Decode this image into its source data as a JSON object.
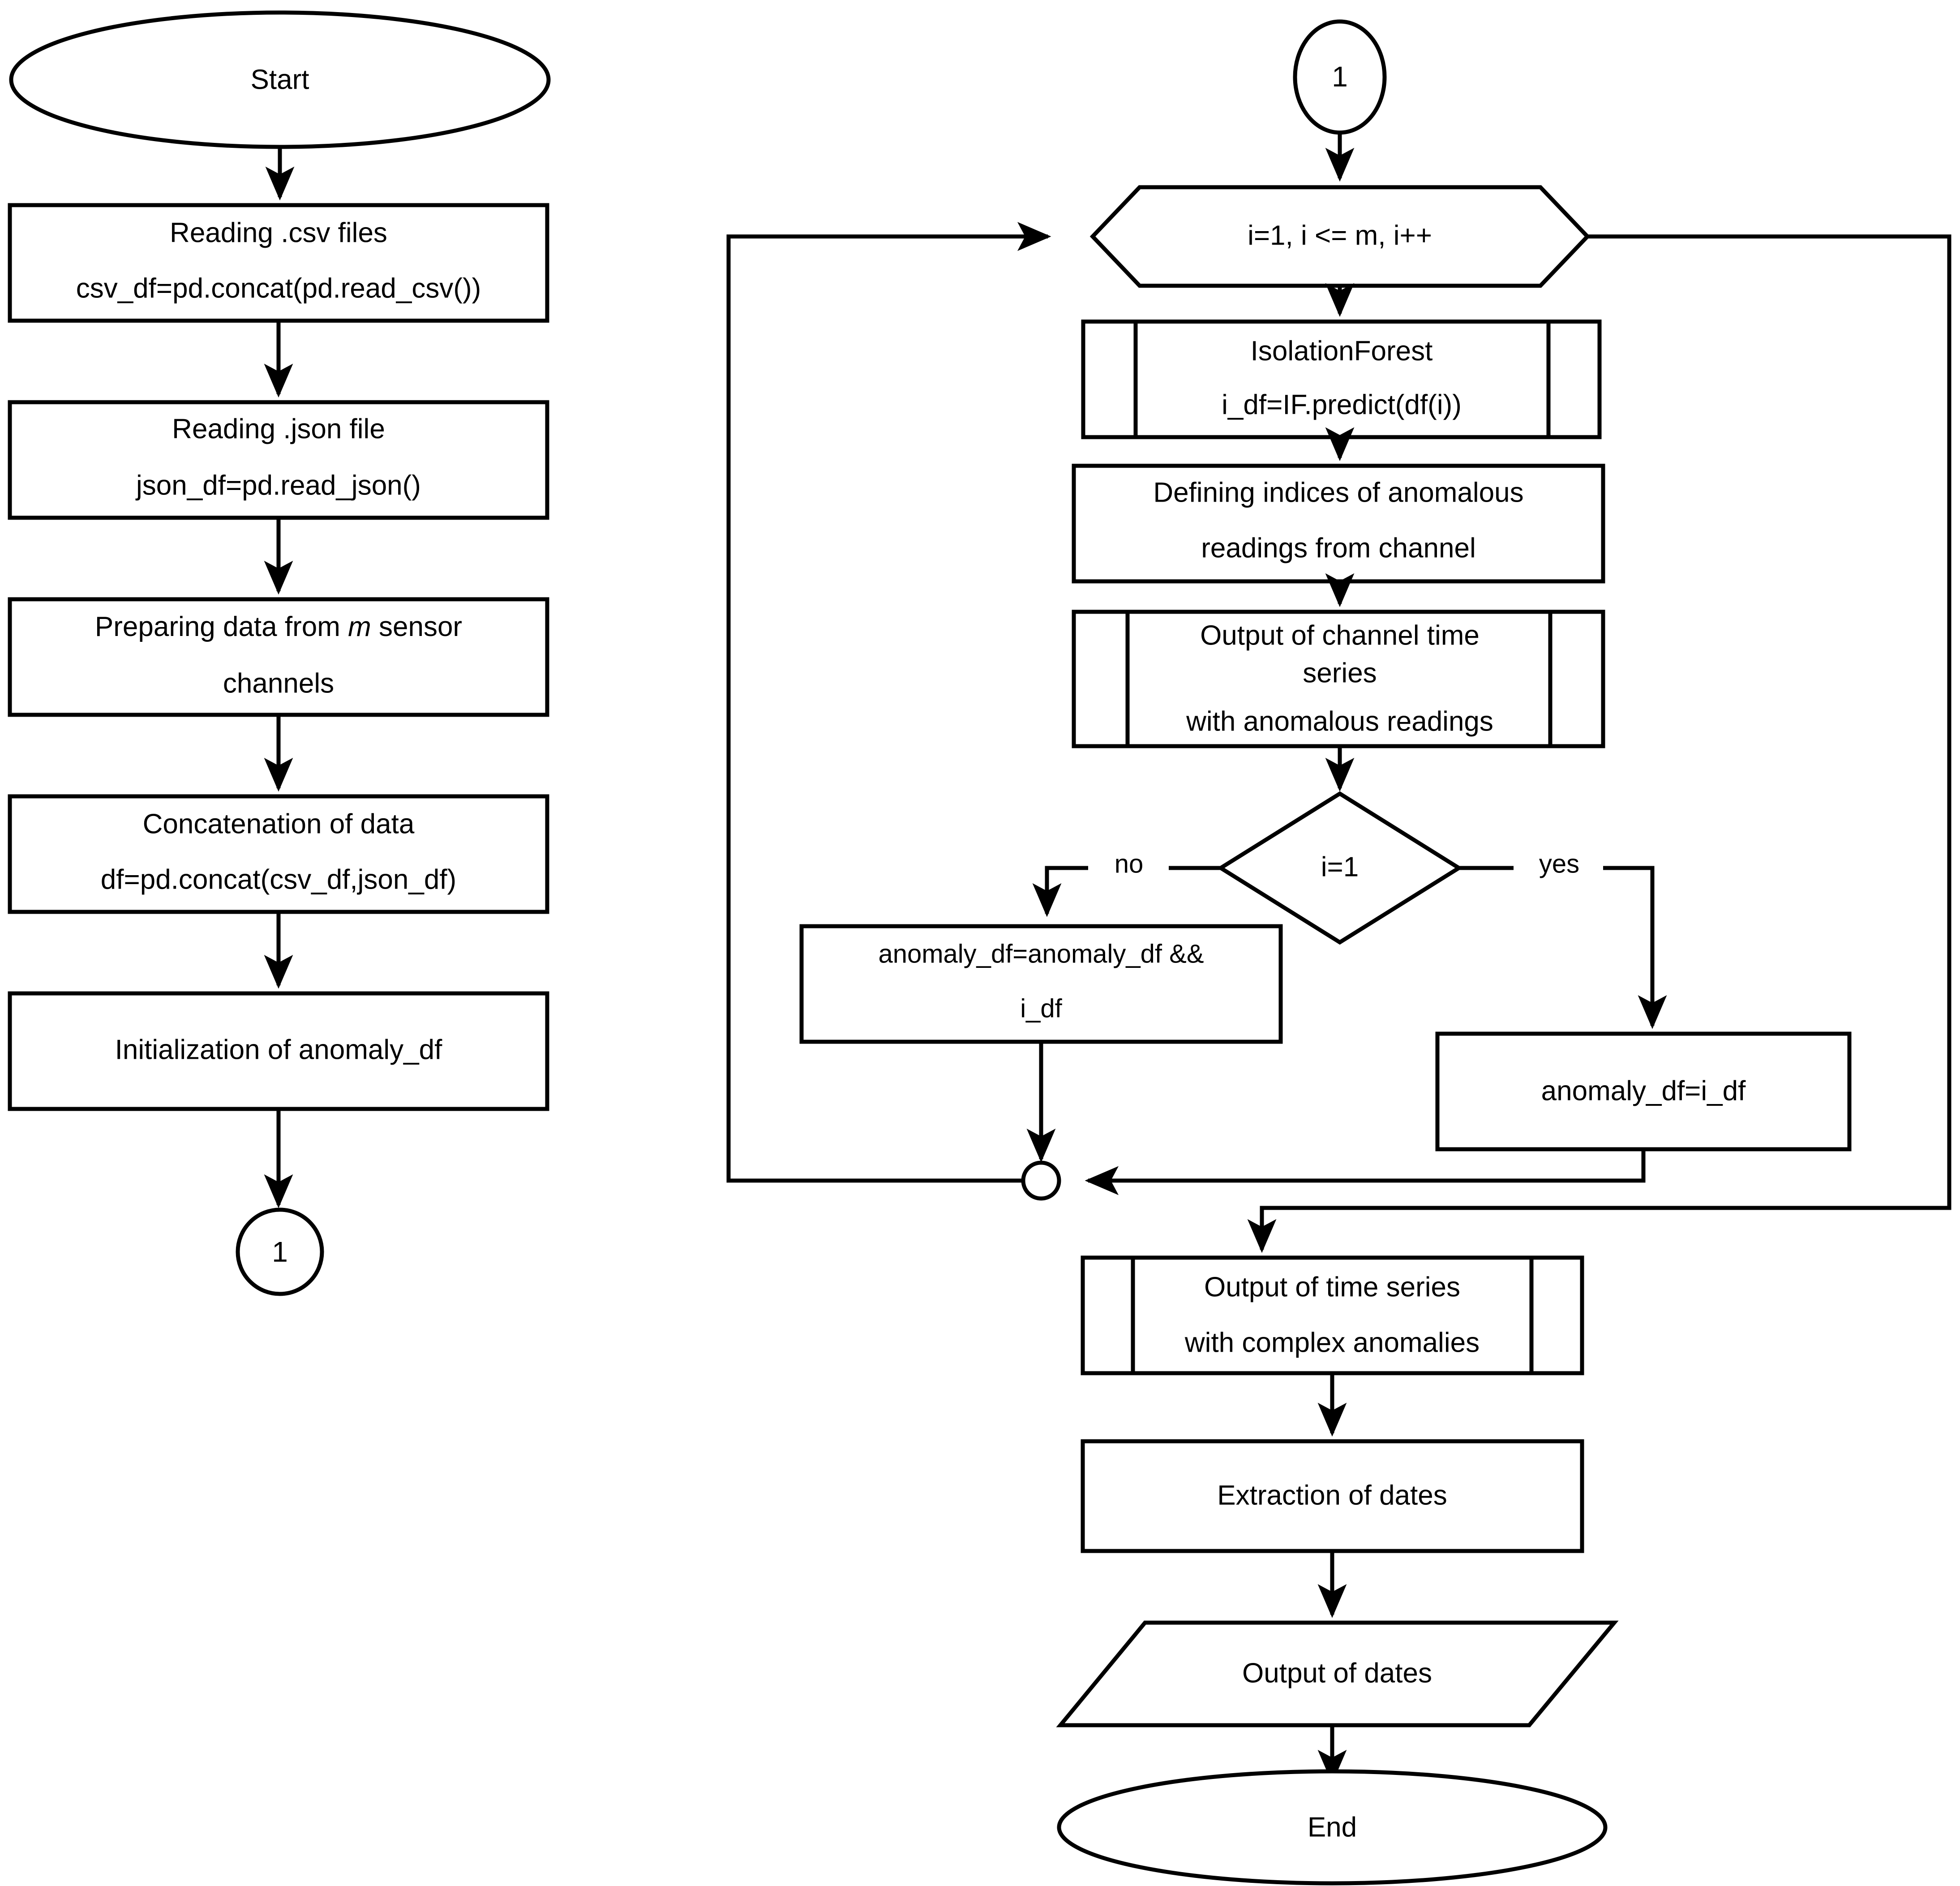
{
  "diagram": {
    "type": "flowchart",
    "title": "Anomaly detection pipeline flowchart",
    "colors": {
      "stroke": "#000000",
      "fill": "#ffffff",
      "background": "#ffffff"
    },
    "columns": {
      "left": "Data preparation branch",
      "right": "Per-channel IsolationForest loop and output branch"
    }
  },
  "nodes": {
    "start": {
      "shape": "terminator",
      "label": "Start"
    },
    "read_csv": {
      "shape": "process",
      "line1": "Reading .csv files",
      "line2": "csv_df=pd.concat(pd.read_csv())"
    },
    "read_json": {
      "shape": "process",
      "line1": "Reading .json file",
      "line2": "json_df=pd.read_json()"
    },
    "prepare": {
      "shape": "process",
      "line1_pre": "Preparing data from ",
      "line1_italic": "m",
      "line1_post": " sensor",
      "line2": "channels"
    },
    "concat": {
      "shape": "process",
      "line1": "Concatenation of data",
      "line2": "df=pd.concat(csv_df,json_df)"
    },
    "init_anomaly": {
      "shape": "process",
      "label": "Initialization of anomaly_df"
    },
    "connector_1_bottom": {
      "shape": "connector",
      "label": "1"
    },
    "connector_1_top": {
      "shape": "connector",
      "label": "1"
    },
    "loop": {
      "shape": "loop-hexagon",
      "label": "i=1, i <= m, i++"
    },
    "isolation_forest": {
      "shape": "subroutine",
      "line1": "IsolationForest",
      "line2": "i_df=IF.predict(df(i))"
    },
    "defining_indices": {
      "shape": "process",
      "line1": "Defining indices of anomalous",
      "line2": "readings from channel"
    },
    "output_channel": {
      "shape": "subroutine",
      "line1": "Output of channel time",
      "line2": "series",
      "line3": "with anomalous readings"
    },
    "decision": {
      "shape": "decision",
      "label": "i=1"
    },
    "anomaly_and": {
      "shape": "process",
      "line1": "anomaly_df=anomaly_df &&",
      "line2": "i_df"
    },
    "anomaly_assign": {
      "shape": "process",
      "label": "anomaly_df=i_df"
    },
    "merge": {
      "shape": "junction",
      "label": ""
    },
    "output_complex": {
      "shape": "subroutine",
      "line1": "Output of time series",
      "line2": "with complex anomalies"
    },
    "extraction": {
      "shape": "process",
      "label": "Extraction of dates"
    },
    "output_dates": {
      "shape": "data-parallelogram",
      "label": "Output of dates"
    },
    "end": {
      "shape": "terminator",
      "label": "End"
    }
  },
  "edge_labels": {
    "no": "no",
    "yes": "yes"
  },
  "edges": [
    {
      "from": "start",
      "to": "read_csv",
      "label": ""
    },
    {
      "from": "read_csv",
      "to": "read_json",
      "label": ""
    },
    {
      "from": "read_json",
      "to": "prepare",
      "label": ""
    },
    {
      "from": "prepare",
      "to": "concat",
      "label": ""
    },
    {
      "from": "concat",
      "to": "init_anomaly",
      "label": ""
    },
    {
      "from": "init_anomaly",
      "to": "connector_1_bottom",
      "label": ""
    },
    {
      "from": "connector_1_top",
      "to": "loop",
      "label": ""
    },
    {
      "from": "loop",
      "to": "isolation_forest",
      "label": ""
    },
    {
      "from": "isolation_forest",
      "to": "defining_indices",
      "label": ""
    },
    {
      "from": "defining_indices",
      "to": "output_channel",
      "label": ""
    },
    {
      "from": "output_channel",
      "to": "decision",
      "label": ""
    },
    {
      "from": "decision",
      "to": "anomaly_and",
      "label": "no"
    },
    {
      "from": "decision",
      "to": "anomaly_assign",
      "label": "yes"
    },
    {
      "from": "anomaly_and",
      "to": "merge",
      "label": ""
    },
    {
      "from": "anomaly_assign",
      "to": "merge",
      "label": ""
    },
    {
      "from": "merge",
      "to": "loop",
      "label": ""
    },
    {
      "from": "loop",
      "to": "output_complex",
      "label": ""
    },
    {
      "from": "output_complex",
      "to": "extraction",
      "label": ""
    },
    {
      "from": "extraction",
      "to": "output_dates",
      "label": ""
    },
    {
      "from": "output_dates",
      "to": "end",
      "label": ""
    }
  ]
}
